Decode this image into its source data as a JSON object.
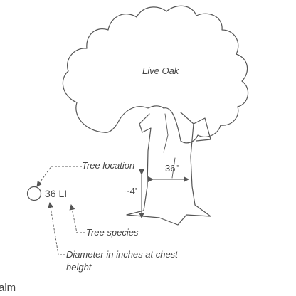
{
  "tree": {
    "species_name": "Live Oak",
    "trunk_width_label": "36\"",
    "height_label": "~4'"
  },
  "legend": {
    "symbol_code": "36 LI",
    "location_label": "Tree location",
    "species_label": "Tree species",
    "diameter_label_line1": "Diameter in inches at chest",
    "diameter_label_line2": "height"
  },
  "footer": {
    "partial_text": "alm"
  },
  "colors": {
    "line": "#555555",
    "text": "#444444"
  }
}
